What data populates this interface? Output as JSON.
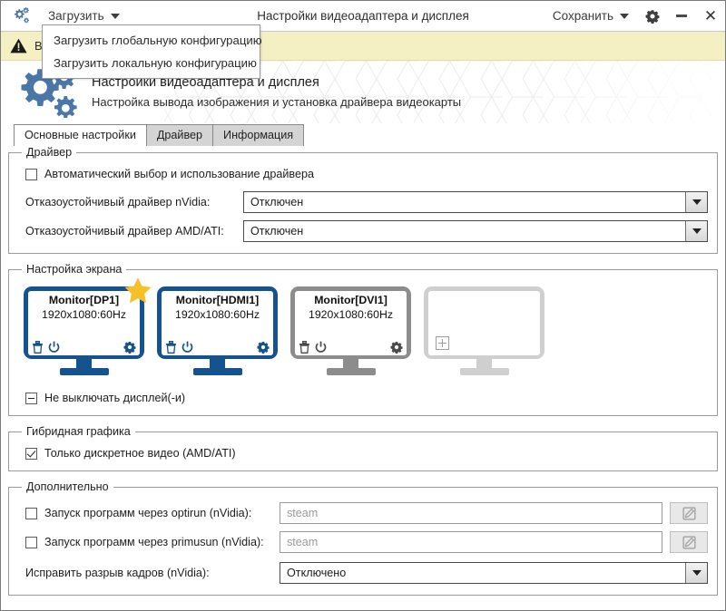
{
  "window": {
    "title": "Настройки видеоадаптера и дисплея",
    "app_icon": "gears-icon",
    "load_menu_label": "Загрузить",
    "save_menu_label": "Сохранить",
    "settings_icon": "gear-icon",
    "minimize_icon": "minimize-icon",
    "close_icon": "close-icon"
  },
  "dropdown": {
    "open": true,
    "items": [
      {
        "label": "Загрузить глобальную конфигурацию"
      },
      {
        "label": "Загрузить локальную конфигурацию"
      }
    ]
  },
  "warning": {
    "icon": "warning-triangle-icon",
    "text": "В",
    "background": "#f4f0c4"
  },
  "header": {
    "icon": "gears-icon",
    "title": "Настройки видеоадаптера и дисплея",
    "subtitle": "Настройка вывода изображения и установка драйвера видеокарты"
  },
  "tabs": [
    {
      "label": "Основные настройки",
      "active": true
    },
    {
      "label": "Драйвер",
      "active": false
    },
    {
      "label": "Информация",
      "active": false
    }
  ],
  "driver_group": {
    "legend": "Драйвер",
    "auto_checkbox": {
      "label": "Автоматический выбор и использование драйвера",
      "state": "unchecked"
    },
    "nvidia": {
      "label": "Отказоустойчивый драйвер nVidia:",
      "value": "Отключен"
    },
    "amd": {
      "label": "Отказоустойчивый драйвер AMD/ATI:",
      "value": "Отключен"
    }
  },
  "screen_group": {
    "legend": "Настройка экрана",
    "monitors": [
      {
        "name": "Monitor[DP1]",
        "resolution": "1920x1080:60Hz",
        "state": "active",
        "primary": true,
        "color": "#15538f",
        "icons": [
          "trash-icon",
          "power-icon",
          "gear-icon"
        ]
      },
      {
        "name": "Monitor[HDMI1]",
        "resolution": "1920x1080:60Hz",
        "state": "active",
        "primary": false,
        "color": "#15538f",
        "icons": [
          "trash-icon",
          "power-icon",
          "gear-icon"
        ]
      },
      {
        "name": "Monitor[DVI1]",
        "resolution": "1920x1080:60Hz",
        "state": "disabled",
        "primary": false,
        "color": "#8c8c8c",
        "icons": [
          "trash-icon",
          "power-icon",
          "gear-icon"
        ]
      },
      {
        "name": "",
        "resolution": "",
        "state": "empty",
        "primary": false,
        "color": "#cfcfcf",
        "icons": [
          "plus-icon"
        ]
      }
    ],
    "keep_on_checkbox": {
      "label": "Не выключать дисплей(-и)",
      "state": "indeterminate"
    }
  },
  "hybrid_group": {
    "legend": "Гибридная графика",
    "discrete_checkbox": {
      "label": "Только дискретное видео (AMD/ATI)",
      "state": "checked"
    }
  },
  "extra_group": {
    "legend": "Дополнительно",
    "optirun": {
      "label": "Запуск программ через optirun (nVidia):",
      "state": "unchecked",
      "placeholder": "steam",
      "value": "",
      "edit_icon": "edit-pencil-icon"
    },
    "primusrun": {
      "label": "Запуск программ через primusun (nVidia):",
      "state": "unchecked",
      "placeholder": "steam",
      "value": "",
      "edit_icon": "edit-pencil-icon"
    },
    "tearfix": {
      "label": "Исправить разрыв кадров (nVidia):",
      "value": "Отключено"
    }
  }
}
